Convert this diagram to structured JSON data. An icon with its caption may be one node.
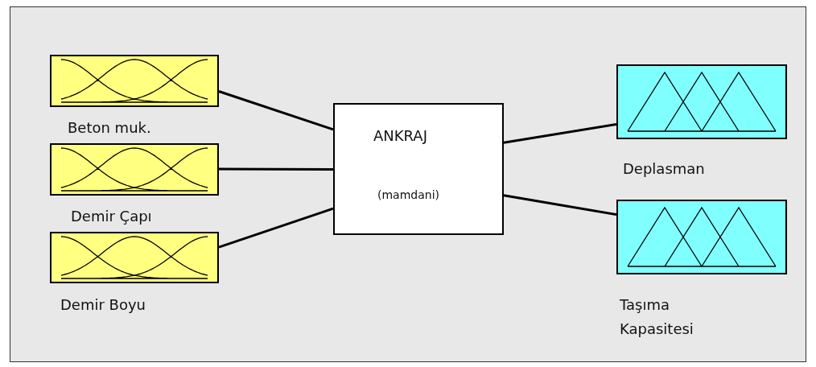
{
  "diagram": {
    "nodes": [
      {
        "text": [
          "Beton muk."
        ]
      },
      {
        "text": [
          "Demir Çapı"
        ]
      },
      {
        "text": [
          "Demir Boyu"
        ]
      },
      {
        "text": [
          "ANKRAJ",
          "(mamdani)"
        ]
      },
      {
        "text": [
          "Deplasman"
        ]
      },
      {
        "text": [
          "Taşıma Kapasitesi"
        ]
      }
    ],
    "edges": [
      {
        "from": 0,
        "to": 3,
        "arrow": "none"
      },
      {
        "from": 1,
        "to": 3,
        "arrow": "none"
      },
      {
        "from": 2,
        "to": 3,
        "arrow": "none"
      },
      {
        "from": 3,
        "to": 4,
        "arrow": "none"
      },
      {
        "from": 3,
        "to": 5,
        "arrow": "none"
      }
    ]
  }
}
